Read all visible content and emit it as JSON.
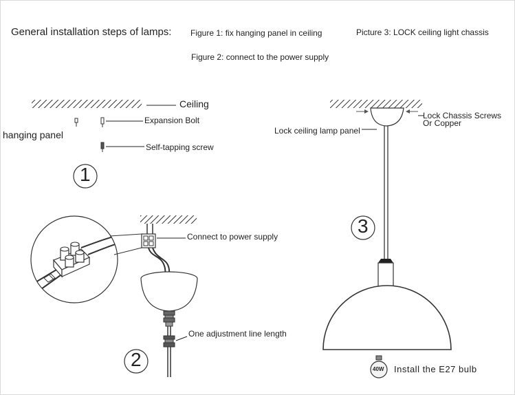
{
  "header": {
    "title": "General installation steps of lamps:",
    "figure1": "Figure 1: fix hanging panel in ceiling",
    "figure2": "Figure 2: connect to the power supply",
    "picture3": "Picture 3: LOCK ceiling light chassis"
  },
  "step1": {
    "number": "1",
    "ceiling": "Ceiling",
    "expansion_bolt": "Expansion Bolt",
    "hanging_panel": "hanging panel",
    "self_tapping_screw": "Self-tapping screw"
  },
  "step2": {
    "number": "2",
    "connect_power": "Connect to power supply",
    "adjustment_line": "One adjustment line length"
  },
  "step3": {
    "number": "3",
    "lock_screws_line1": "Lock Chassis Screws",
    "lock_screws_line2": "Or Copper",
    "lock_panel": "Lock ceiling lamp panel",
    "install_bulb": "Install the E27 bulb",
    "bulb_wattage": "40W"
  },
  "colors": {
    "line": "#222222",
    "text": "#222222",
    "hatch": "#333333"
  }
}
